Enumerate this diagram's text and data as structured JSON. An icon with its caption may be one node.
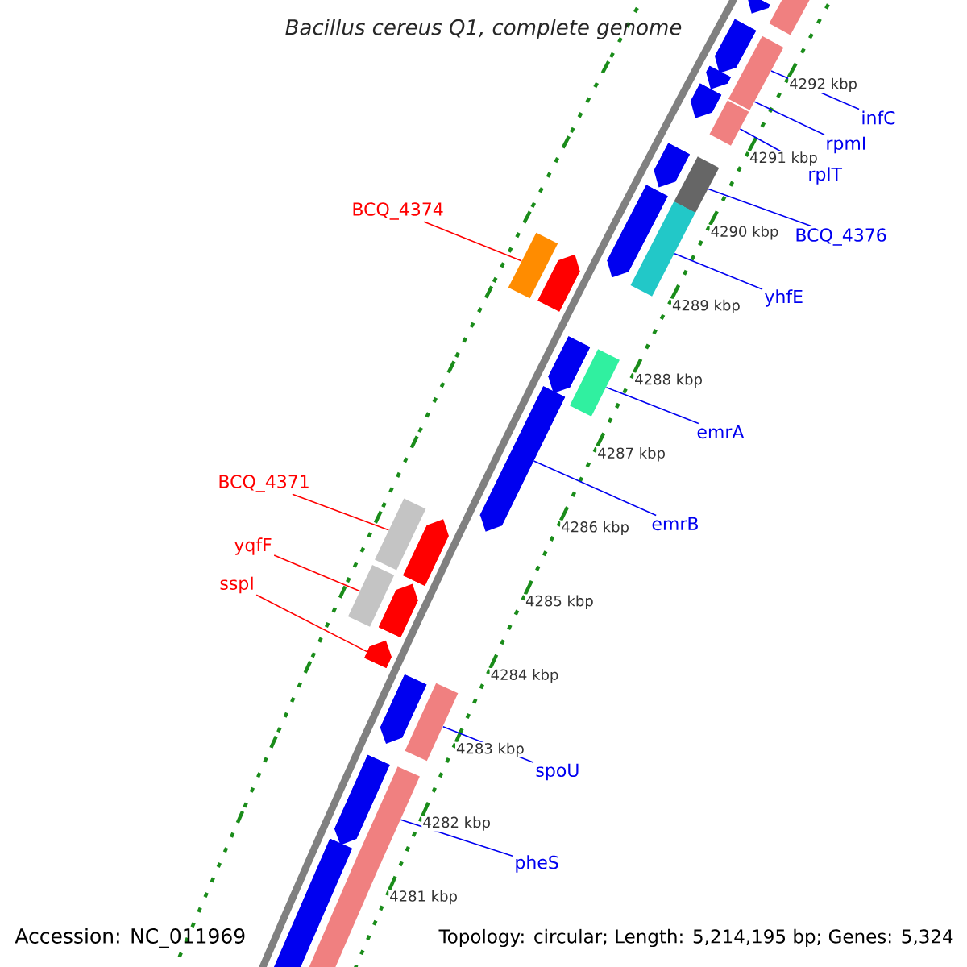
{
  "diagram": {
    "title": "Bacillus cereus Q1, complete genome",
    "nodes": [
      {
        "text": [
          "infC"
        ]
      },
      {
        "text": [],
        "shape": "bar"
      },
      {
        "text": [
          "rpmI"
        ]
      },
      {
        "text": [],
        "shape": "bar"
      },
      {
        "text": [
          "rplT"
        ]
      },
      {
        "text": [],
        "shape": "bar"
      },
      {
        "text": [
          "BCQ_4374"
        ]
      },
      {
        "text": [],
        "shape": "bar"
      },
      {
        "text": [
          "BCQ_4376"
        ]
      },
      {
        "text": [],
        "shape": "bar"
      },
      {
        "text": [
          "yhfE"
        ]
      },
      {
        "text": [],
        "shape": "bar"
      },
      {
        "text": [
          "emrA"
        ]
      },
      {
        "text": [],
        "shape": "bar"
      },
      {
        "text": [
          "emrB"
        ]
      },
      {
        "text": [],
        "shape": "arrow"
      },
      {
        "text": [
          "BCQ_4371"
        ]
      },
      {
        "text": [],
        "shape": "bar"
      },
      {
        "text": [
          "yqfF"
        ]
      },
      {
        "text": [],
        "shape": "bar"
      },
      {
        "text": [
          "sspI"
        ]
      },
      {
        "text": [],
        "shape": "arrow"
      },
      {
        "text": [
          "spoU"
        ]
      },
      {
        "text": [],
        "shape": "bar"
      },
      {
        "text": [
          "pheS"
        ]
      },
      {
        "text": [],
        "shape": "bar"
      },
      {
        "text": [],
        "shape": "arrow"
      },
      {
        "text": [],
        "shape": "bar"
      },
      {
        "text": [],
        "shape": "arrow"
      },
      {
        "text": [],
        "shape": "arrow"
      },
      {
        "text": [],
        "shape": "arrow"
      },
      {
        "text": [],
        "shape": "arrow"
      },
      {
        "text": [],
        "shape": "arrow"
      },
      {
        "text": [],
        "shape": "arrow"
      },
      {
        "text": [],
        "shape": "arrow"
      },
      {
        "text": [],
        "shape": "arrow"
      },
      {
        "text": [],
        "shape": "arrow"
      },
      {
        "text": [],
        "shape": "arrow"
      },
      {
        "text": [],
        "shape": "arrow"
      },
      {
        "text": [],
        "shape": "arrow"
      },
      {
        "text": [],
        "shape": "bar"
      }
    ],
    "edges": [
      {
        "from": 0,
        "to": 1,
        "arrow": "none"
      },
      {
        "from": 2,
        "to": 3,
        "arrow": "none"
      },
      {
        "from": 4,
        "to": 5,
        "arrow": "none"
      },
      {
        "from": 6,
        "to": 7,
        "arrow": "none",
        "color": "#ff0000"
      },
      {
        "from": 8,
        "to": 9,
        "arrow": "none"
      },
      {
        "from": 10,
        "to": 11,
        "arrow": "none"
      },
      {
        "from": 12,
        "to": 13,
        "arrow": "none"
      },
      {
        "from": 14,
        "to": 15,
        "arrow": "none"
      },
      {
        "from": 16,
        "to": 17,
        "arrow": "none",
        "color": "#ff0000"
      },
      {
        "from": 18,
        "to": 19,
        "arrow": "none",
        "color": "#ff0000"
      },
      {
        "from": 20,
        "to": 21,
        "arrow": "none",
        "color": "#ff0000"
      },
      {
        "from": 22,
        "to": 23,
        "arrow": "none"
      },
      {
        "from": 24,
        "to": 25,
        "arrow": "none"
      }
    ],
    "labels": [
      "4292 kbp",
      "4291 kbp",
      "4290 kbp",
      "4289 kbp",
      "4288 kbp",
      "4287 kbp",
      "4286 kbp",
      "4285 kbp",
      "4284 kbp",
      "4283 kbp",
      "4282 kbp",
      "4281 kbp",
      "Accession: NC_011969",
      "Topology: circular; Length: 5,214,195 bp; Genes: 5,324"
    ]
  }
}
